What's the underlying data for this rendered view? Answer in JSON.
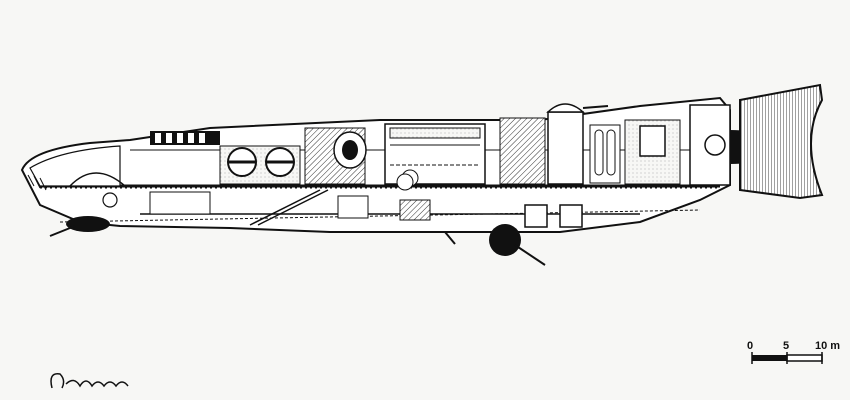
{
  "colors": {
    "ink": "#111111",
    "paper": "#f7f7f5",
    "hatch": "#333333"
  },
  "scale_bar": {
    "labels": [
      "0",
      "5",
      "10 m"
    ]
  },
  "signature": {
    "text": "Weeraweera",
    "rendered_as": "handwritten-signature-image"
  }
}
